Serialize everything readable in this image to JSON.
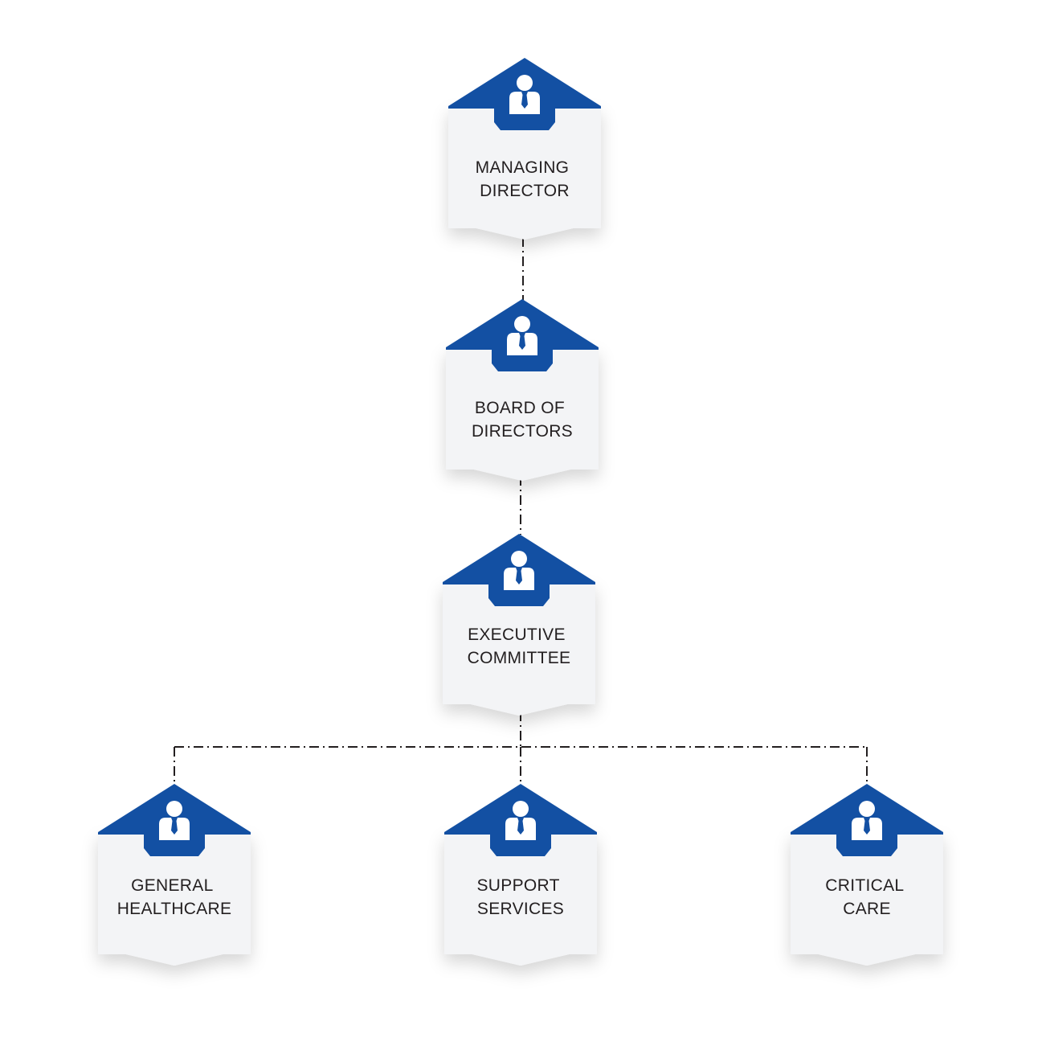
{
  "colors": {
    "header_blue": "#1350a3",
    "card_fill": "#f3f4f6",
    "text": "#231f20",
    "connector": "#231f20",
    "icon": "#ffffff"
  },
  "nodes": [
    {
      "id": "managing-director",
      "line1": "MANAGING",
      "line2": "DIRECTOR",
      "icon": "person-icon"
    },
    {
      "id": "board-of-directors",
      "line1": "BOARD OF",
      "line2": "DIRECTORS",
      "icon": "person-icon"
    },
    {
      "id": "executive-committee",
      "line1": "EXECUTIVE",
      "line2": "COMMITTEE",
      "icon": "person-icon"
    },
    {
      "id": "general-healthcare",
      "line1": "GENERAL",
      "line2": "HEALTHCARE",
      "icon": "person-icon"
    },
    {
      "id": "support-services",
      "line1": "SUPPORT",
      "line2": "SERVICES",
      "icon": "person-icon"
    },
    {
      "id": "critical-care",
      "line1": "CRITICAL",
      "line2": "CARE",
      "icon": "person-icon"
    }
  ],
  "edges": [
    {
      "from": "managing-director",
      "to": "board-of-directors"
    },
    {
      "from": "board-of-directors",
      "to": "executive-committee"
    },
    {
      "from": "executive-committee",
      "to": "general-healthcare"
    },
    {
      "from": "executive-committee",
      "to": "support-services"
    },
    {
      "from": "executive-committee",
      "to": "critical-care"
    }
  ]
}
